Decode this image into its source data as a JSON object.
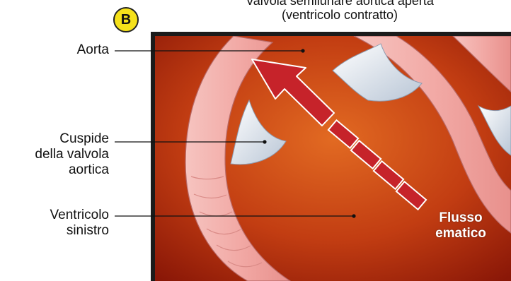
{
  "figure": {
    "panel_letter": "B",
    "title_line1": "Valvola semilunare aortica aperta",
    "title_line2": "(ventricolo contratto)"
  },
  "labels": {
    "aorta": "Aorta",
    "cusp": [
      "Cuspide",
      "della valvola",
      "aortica"
    ],
    "ventricle": [
      "Ventricolo",
      "sinistro"
    ],
    "flow": [
      "Flusso",
      "ematico"
    ]
  },
  "colors": {
    "background_dark": "#8e1a08",
    "background_bright": "#e0621c",
    "wall": "#f3b1ad",
    "cusp": "#dfe6ef",
    "arrow": "#c6232a",
    "badge": "#f5e11a"
  }
}
